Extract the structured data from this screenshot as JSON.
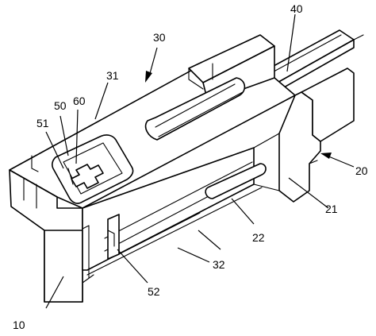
{
  "figure": {
    "labels": {
      "l10": "10",
      "l20": "20",
      "l21": "21",
      "l22": "22",
      "l30": "30",
      "l31": "31",
      "l32": "32",
      "l40": "40",
      "l50": "50",
      "l51": "51",
      "l52": "52",
      "l60": "60"
    }
  }
}
